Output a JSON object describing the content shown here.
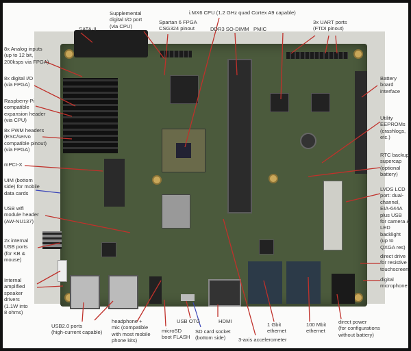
{
  "labels": {
    "sata": "SATA-II",
    "supp_io": "Supplemental\ndigital I/O port\n(via CPU)",
    "fpga": "Spartan 6 FPGA\nCSG324 pinout",
    "cpu": "i.MX6 CPU (1.2 GHz quad Cortex A9 capable)",
    "ddr3": "DDR3 SO-DIMM",
    "pmic": "PMIC",
    "uart": "3x UART ports\n(FTDI pinout)",
    "analog": "8x Analog inputs\n(up to 12 bit,\n200ksps via FPGA)",
    "digital_io": "8x digital I/O\n(via FPGA)",
    "rpi": "Raspberry-Pi\ncompatible\nexpansion header\n(via CPU)",
    "pwm": "8x PWM headers\n(ESC/servo\ncompatible pinout)\n(via FPGA)",
    "mpcie": "mPCI-X",
    "uim": "UIM (bottom\nside) for mobile\ndata cards",
    "usb_wifi": "USB wifi\nmodule header\n(AW-NU137)",
    "int_usb": "2x internal\nUSB ports\n(for KB &\nmouse)",
    "speaker": "Internal\namplified\nspeaker\ndrivers\n(1.1W into\n8 ohms)",
    "battery": "Battery\nboard\ninterface",
    "eeprom": "Utility\nEEPROMs\n(crashlogs,\netc.)",
    "rtc": "RTC backup\nsupercap\n(optional\nbattery)",
    "lvds": "LVDS LCD\nport: dual-\nchannel,\nEIA-644A\nplus USB\nfor camera &\nLED backlight\n(up to\nQXGA res)",
    "touch": "direct drive\nfor resistive\ntouchscreen",
    "mic": "digital\nmicrophone",
    "usb2": "USB2.0 ports\n(high-current capable)",
    "headphone": "headphone +\nmic (compatible\nwith most mobile\nphone kits)",
    "microsd": "microSD\nboot FLASH",
    "usb_otg": "USB OTG",
    "sd_card": "SD card socket\n(bottom side)",
    "hdmi": "HDMI",
    "accel": "3-axis accelerometer",
    "gbit": "1 Gbit\nethernet",
    "mbit": "100 Mbit\nethernet",
    "power": "direct power\n(for configurations\nwithout battery)"
  },
  "colors": {
    "callout": "#c0312b",
    "callout_blue": "#3a45b8",
    "board": "#4b5a3c"
  }
}
